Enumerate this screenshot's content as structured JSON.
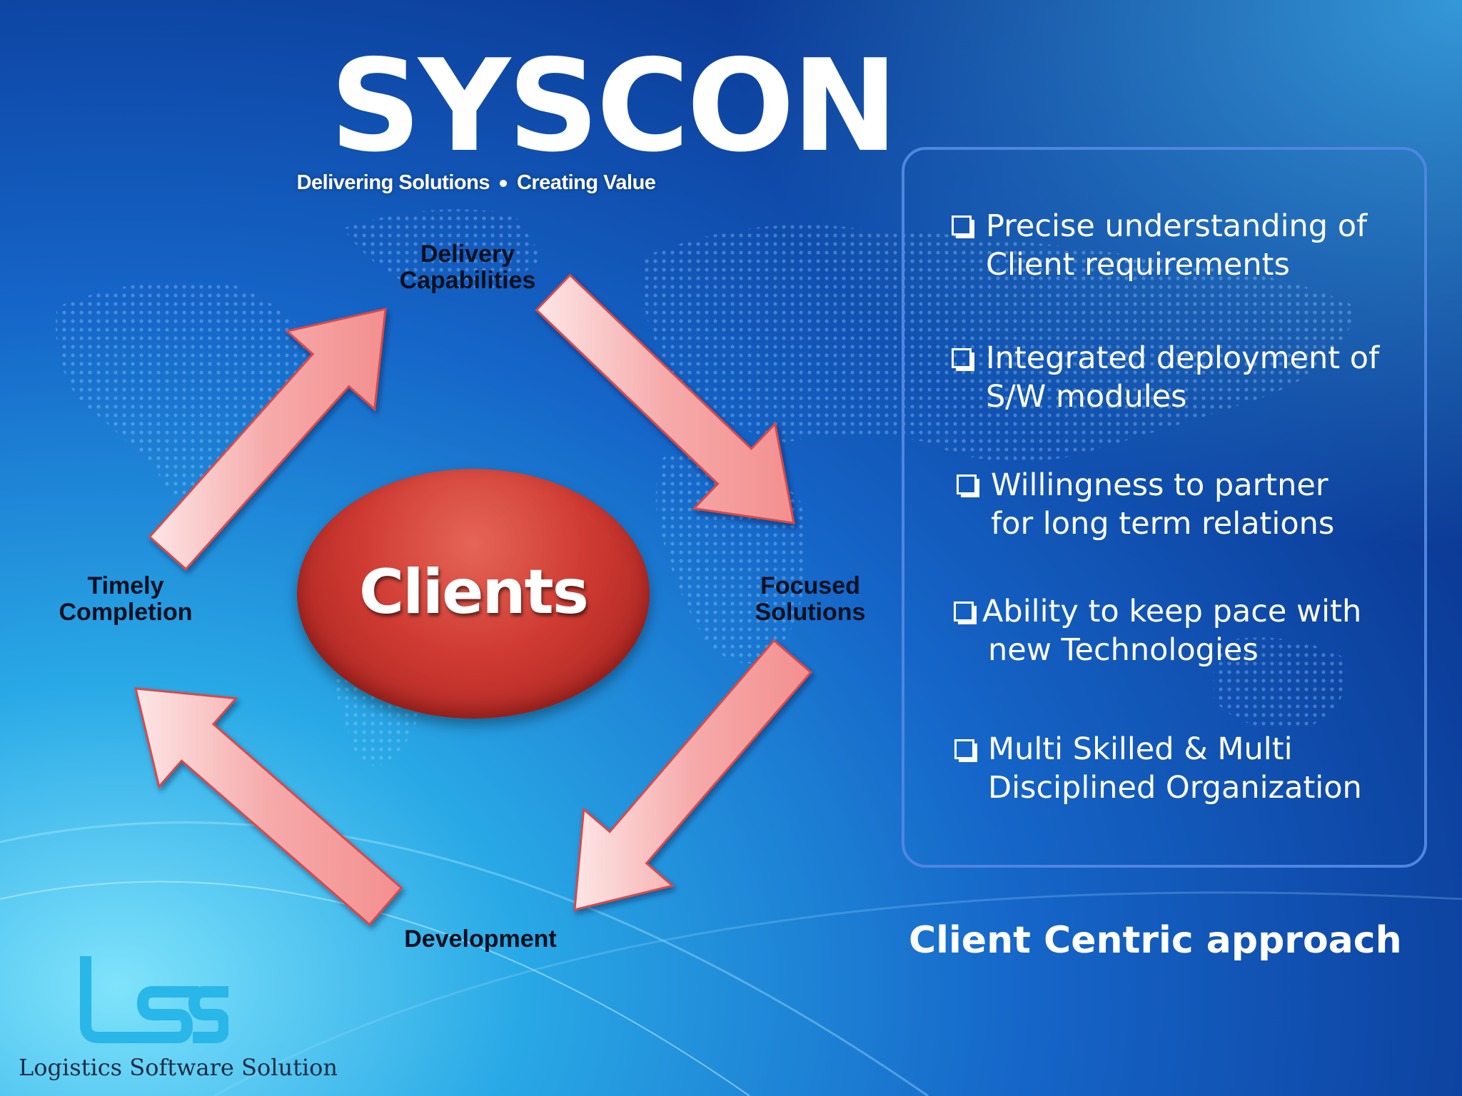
{
  "brand": {
    "logo_text": "SYSCON",
    "tagline_left": "Delivering Solutions",
    "tagline_right": "Creating Value"
  },
  "cycle": {
    "center_label": "Clients",
    "stages": [
      {
        "line1": "Delivery",
        "line2": "Capabilities"
      },
      {
        "line1": "Focused",
        "line2": "Solutions"
      },
      {
        "line1": "Development",
        "line2": ""
      },
      {
        "line1": "Timely",
        "line2": "Completion"
      }
    ]
  },
  "panel": {
    "items": [
      {
        "line1": "Precise understanding of",
        "line2": "Client requirements"
      },
      {
        "line1": "Integrated deployment of",
        "line2": "S/W modules"
      },
      {
        "line1": "Willingness to partner",
        "line2": "for long term relations"
      },
      {
        "line1": "Ability to keep pace with",
        "line2": "new Technologies"
      },
      {
        "line1": "Multi Skilled & Multi",
        "line2": "Disciplined Organization"
      }
    ]
  },
  "caption": "Client Centric approach",
  "footer_logo": {
    "mark_text": "lss",
    "company": "Logistics Software Solution"
  },
  "colors": {
    "bg_deep": "#0a2a7a",
    "bg_mid": "#1565c8",
    "bg_light": "#4fc3f7",
    "arrow_fill": "#f7b4b4",
    "arrow_stroke": "#d84a4a",
    "clients_fill": "#cf3b33",
    "panel_border": "#4f86e0",
    "lss_mark": "#29b6e8"
  }
}
